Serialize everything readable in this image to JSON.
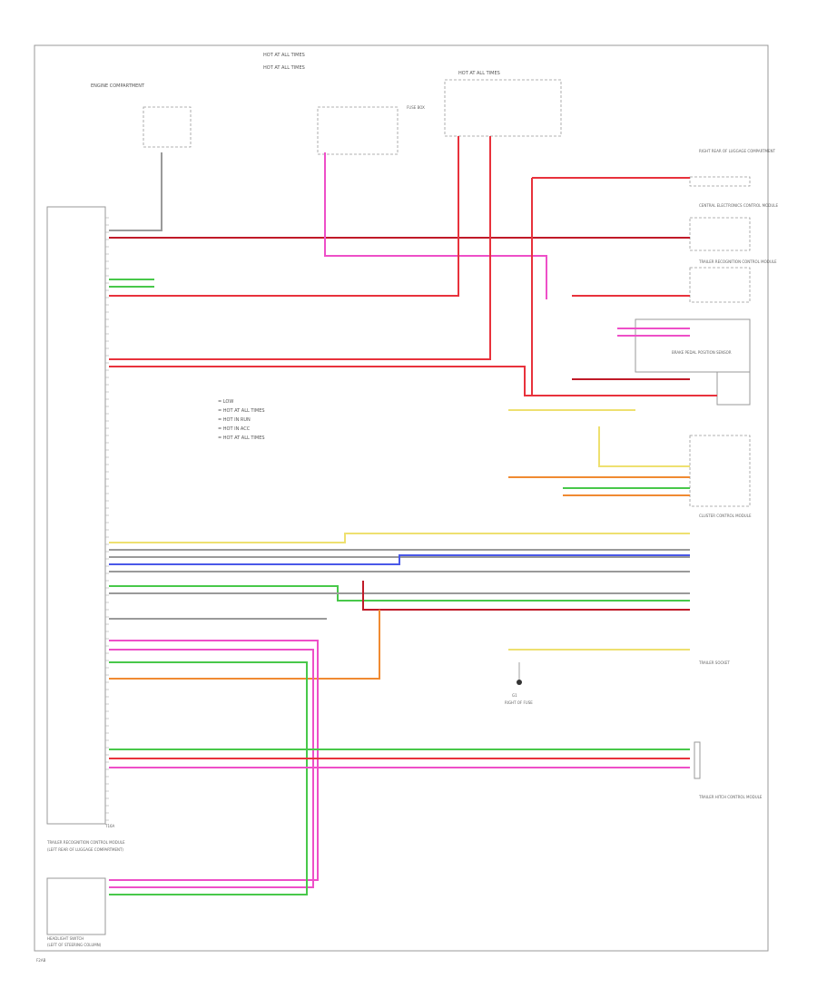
{
  "footer": {
    "code": "F2AB"
  },
  "top_labels": {
    "fuse_block_1": "HOT AT ALL TIMES",
    "fuse_block_2": "HOT AT ALL TIMES",
    "fuse_block_3": "HOT AT ALL TIMES",
    "engine_comp": "ENGINE COMPARTMENT",
    "fuse_box": "FUSE BOX"
  },
  "left_module": {
    "title": "TRAILER RECOGNITION CONTROL MODULE",
    "sub": "(LEFT REAR OF LUGGAGE COMPARTMENT)",
    "pin_label": "T16A"
  },
  "bottom_left": {
    "title": "HEADLIGHT SWITCH",
    "sub": "(LEFT OF STEERING COLUMN)"
  },
  "right_components": [
    "RIGHT REAR OF LUGGAGE COMPARTMENT",
    "CENTRAL ELECTRONICS CONTROL MODULE",
    "TRAILER RECOGNITION CONTROL MODULE",
    "BRAKE PEDAL POSITION SENSOR",
    "CLUSTER CONTROL MODULE",
    "TRAILER SOCKET",
    "TRAILER HITCH CONTROL MODULE"
  ],
  "legend": {
    "items": [
      "= LOW",
      "= HOT AT ALL TIMES",
      "= HOT IN RUN",
      "= HOT IN ACC",
      "= HOT AT ALL TIMES"
    ]
  },
  "ground": {
    "label": "G1",
    "sub": "RIGHT OF FUSE"
  },
  "colors": {
    "red": "#e8323c",
    "pink": "#ee4fc8",
    "green": "#48c84a",
    "orange": "#f08a32",
    "yellow": "#eee070",
    "blue": "#4a58e8",
    "grey": "#9a9a9a",
    "darkred": "#c01a28",
    "black": "#333333"
  }
}
